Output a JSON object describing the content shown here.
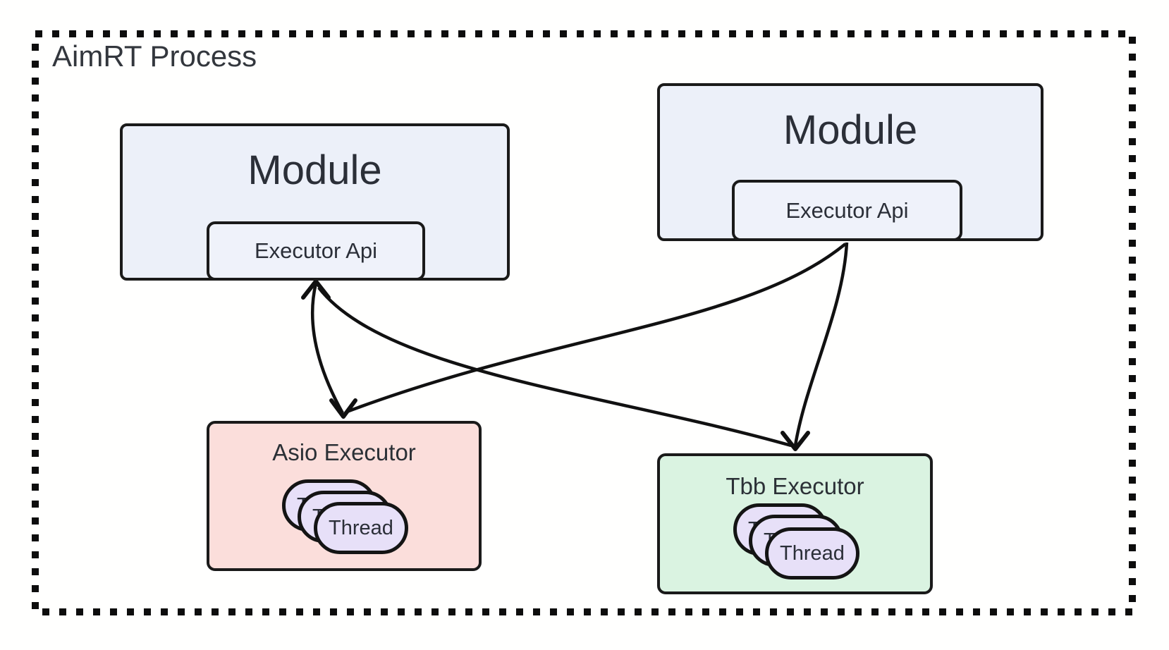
{
  "diagram": {
    "process_title": "AimRT Process",
    "modules": [
      {
        "id": "module-left",
        "label": "Module",
        "api_label": "Executor Api"
      },
      {
        "id": "module-right",
        "label": "Module",
        "api_label": "Executor Api"
      }
    ],
    "executors": [
      {
        "id": "asio-executor",
        "label": "Asio Executor",
        "thread_label": "Thread",
        "fill": "#fbdedb",
        "thread_count": 3
      },
      {
        "id": "tbb-executor",
        "label": "Tbb Executor",
        "thread_label": "Thread",
        "fill": "#daf3e1",
        "thread_count": 3
      }
    ],
    "thread_pill_fill": "#e7e0f8",
    "module_fill": "#ecf0f9",
    "line_color": "#111111",
    "connections": [
      {
        "from": "module-left-executor-api",
        "to": "asio-executor"
      },
      {
        "from": "module-right-executor-api",
        "to": "tbb-executor"
      },
      {
        "from": "module-right-executor-api",
        "to": "asio-executor"
      },
      {
        "from": "module-left-executor-api",
        "to": "tbb-executor",
        "arrow_back_into_api": true
      }
    ]
  }
}
